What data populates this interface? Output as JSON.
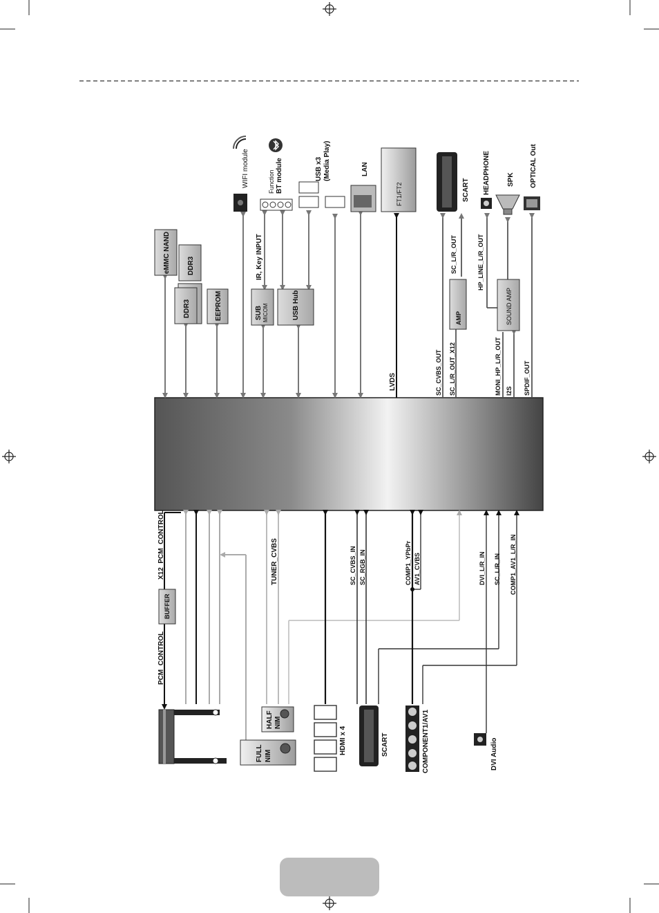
{
  "labels": {
    "wifi_module": "WIFI module",
    "function": "Function",
    "bt_module": "BT module",
    "usb_x3": "USB x3",
    "media_play": "(Media Play)",
    "lan": "LAN",
    "ft1_ft2": "FT1/FT2",
    "scart_out": "SCART",
    "headphone": "HEADPHONE",
    "spk": "SPK",
    "optical_out": "OPTICAL Out",
    "emmc_nand": "eMMC NAND",
    "ddr3_a": "DDR3",
    "ddr3_b": "DDR3",
    "eeprom": "EEPROM",
    "ir_key_input": "IR, Key INPUT",
    "sub_micom_1": "SUB",
    "sub_micom_2": "MICOM",
    "usb_hub": "USB Hub",
    "lvds": "LVDS",
    "sc_cvbs_out": "SC_CVBS_OUT",
    "sc_lr_out_x12": "SC_L/R_OUT_X12",
    "sc_lr_out": "SC_L/R_OUT",
    "amp": "AMP",
    "hp_line_lr_out": "HP_LINE_L/R_OUT",
    "sound_amp": "SOUND AMP",
    "moni_hp_lr_out": "MONI_HP_L/R_OUT",
    "i2s": "I2S",
    "spdif_out": "SPDIF_OUT",
    "pcm_control": "PCM_CONTROL",
    "x12_pcm_control": "X12_PCM_CONTROL",
    "buffer": "BUFFER",
    "tuner_cvbs": "TUNER_CVBS",
    "sc_cvbs_in": "SC_CVBS_IN",
    "sc_rgb_in": "SC_RGB_IN",
    "comp1_ypbpr": "COMP1_YPbPr",
    "av1_cvbs": "AV1_CVBS",
    "dvi_lr_in": "DVI_L/R_IN",
    "sc_lr_in": "SC_L/R_IN",
    "comp1_av1_lr_in": "COMP1_AV1_L/R_IN",
    "half_nim_1": "HALF",
    "half_nim_2": "NIM",
    "full_nim_1": "FULL",
    "full_nim_2": "NIM",
    "hdmi_x4": "HDMI x 4",
    "scart_in": "SCART",
    "component1_av1": "COMPONENT1/AV1",
    "dvi_audio": "DVI Audio"
  }
}
